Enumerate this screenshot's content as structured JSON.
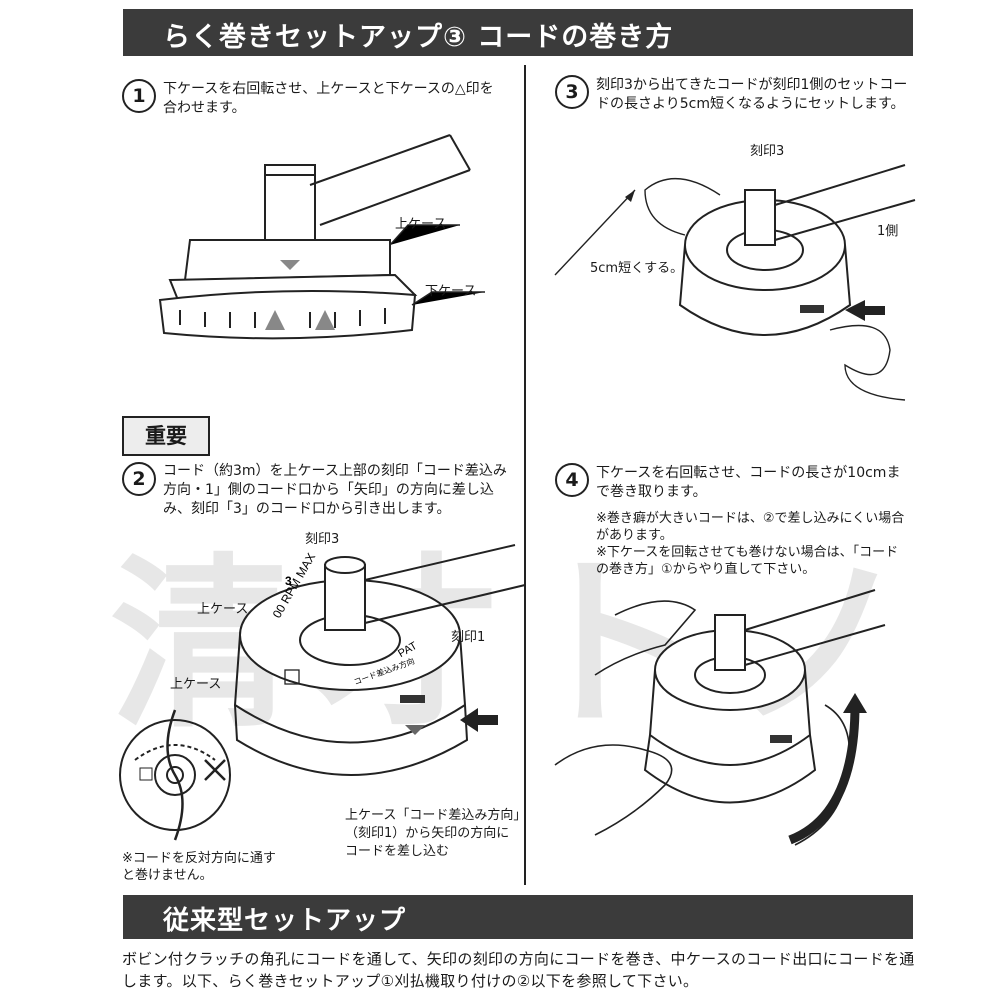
{
  "header": {
    "title": "らく巻きセットアップ③ コードの巻き方"
  },
  "watermark": "清才トノ",
  "step1": {
    "number": "1",
    "text": "下ケースを右回転させ、上ケースと下ケースの△印を合わせます。",
    "label_upper": "上ケース",
    "label_lower": "下ケース"
  },
  "important": {
    "badge": "重要"
  },
  "step2": {
    "number": "2",
    "text": "コード（約3m）を上ケース上部の刻印「コード差込み方向・1」側のコード口から「矢印」の方向に差し込み、刻印「3」のコード口から引き出します。",
    "label_mark3": "刻印3",
    "label_upper": "上ケース",
    "label_mark1": "刻印1",
    "label_small_upper": "上ケース",
    "note": "※コードを反対方向に通すと巻けません。",
    "caption": "上ケース「コード差込み方向」（刻印1）から矢印の方向にコードを差し込む"
  },
  "step3": {
    "number": "3",
    "text": "刻印3から出てきたコードが刻印1側のセットコードの長さより5cm短くなるようにセットします。",
    "label_mark3": "刻印3",
    "label_side1": "1側",
    "label_5cm": "5cm短くする。"
  },
  "step4": {
    "number": "4",
    "text": "下ケースを右回転させ、コードの長さが10cmまで巻き取ります。",
    "note1": "※巻き癖が大きいコードは、②で差し込みにくい場合があります。",
    "note2": "※下ケースを回転させても巻けない場合は、「コードの巻き方」①からやり直して下さい。"
  },
  "footer_section": {
    "title": "従来型セットアップ",
    "text": "ボビン付クラッチの角孔にコードを通して、矢印の刻印の方向にコードを巻き、中ケースのコード出口にコードを通します。以下、らく巻きセットアップ①刈払機取り付けの②以下を参照して下さい。"
  },
  "device_marks": {
    "rpm": "00 RPM MAX",
    "pat": "PAT",
    "digit": "3",
    "small_label": "上ケース",
    "direction": "コード差込み方向"
  }
}
